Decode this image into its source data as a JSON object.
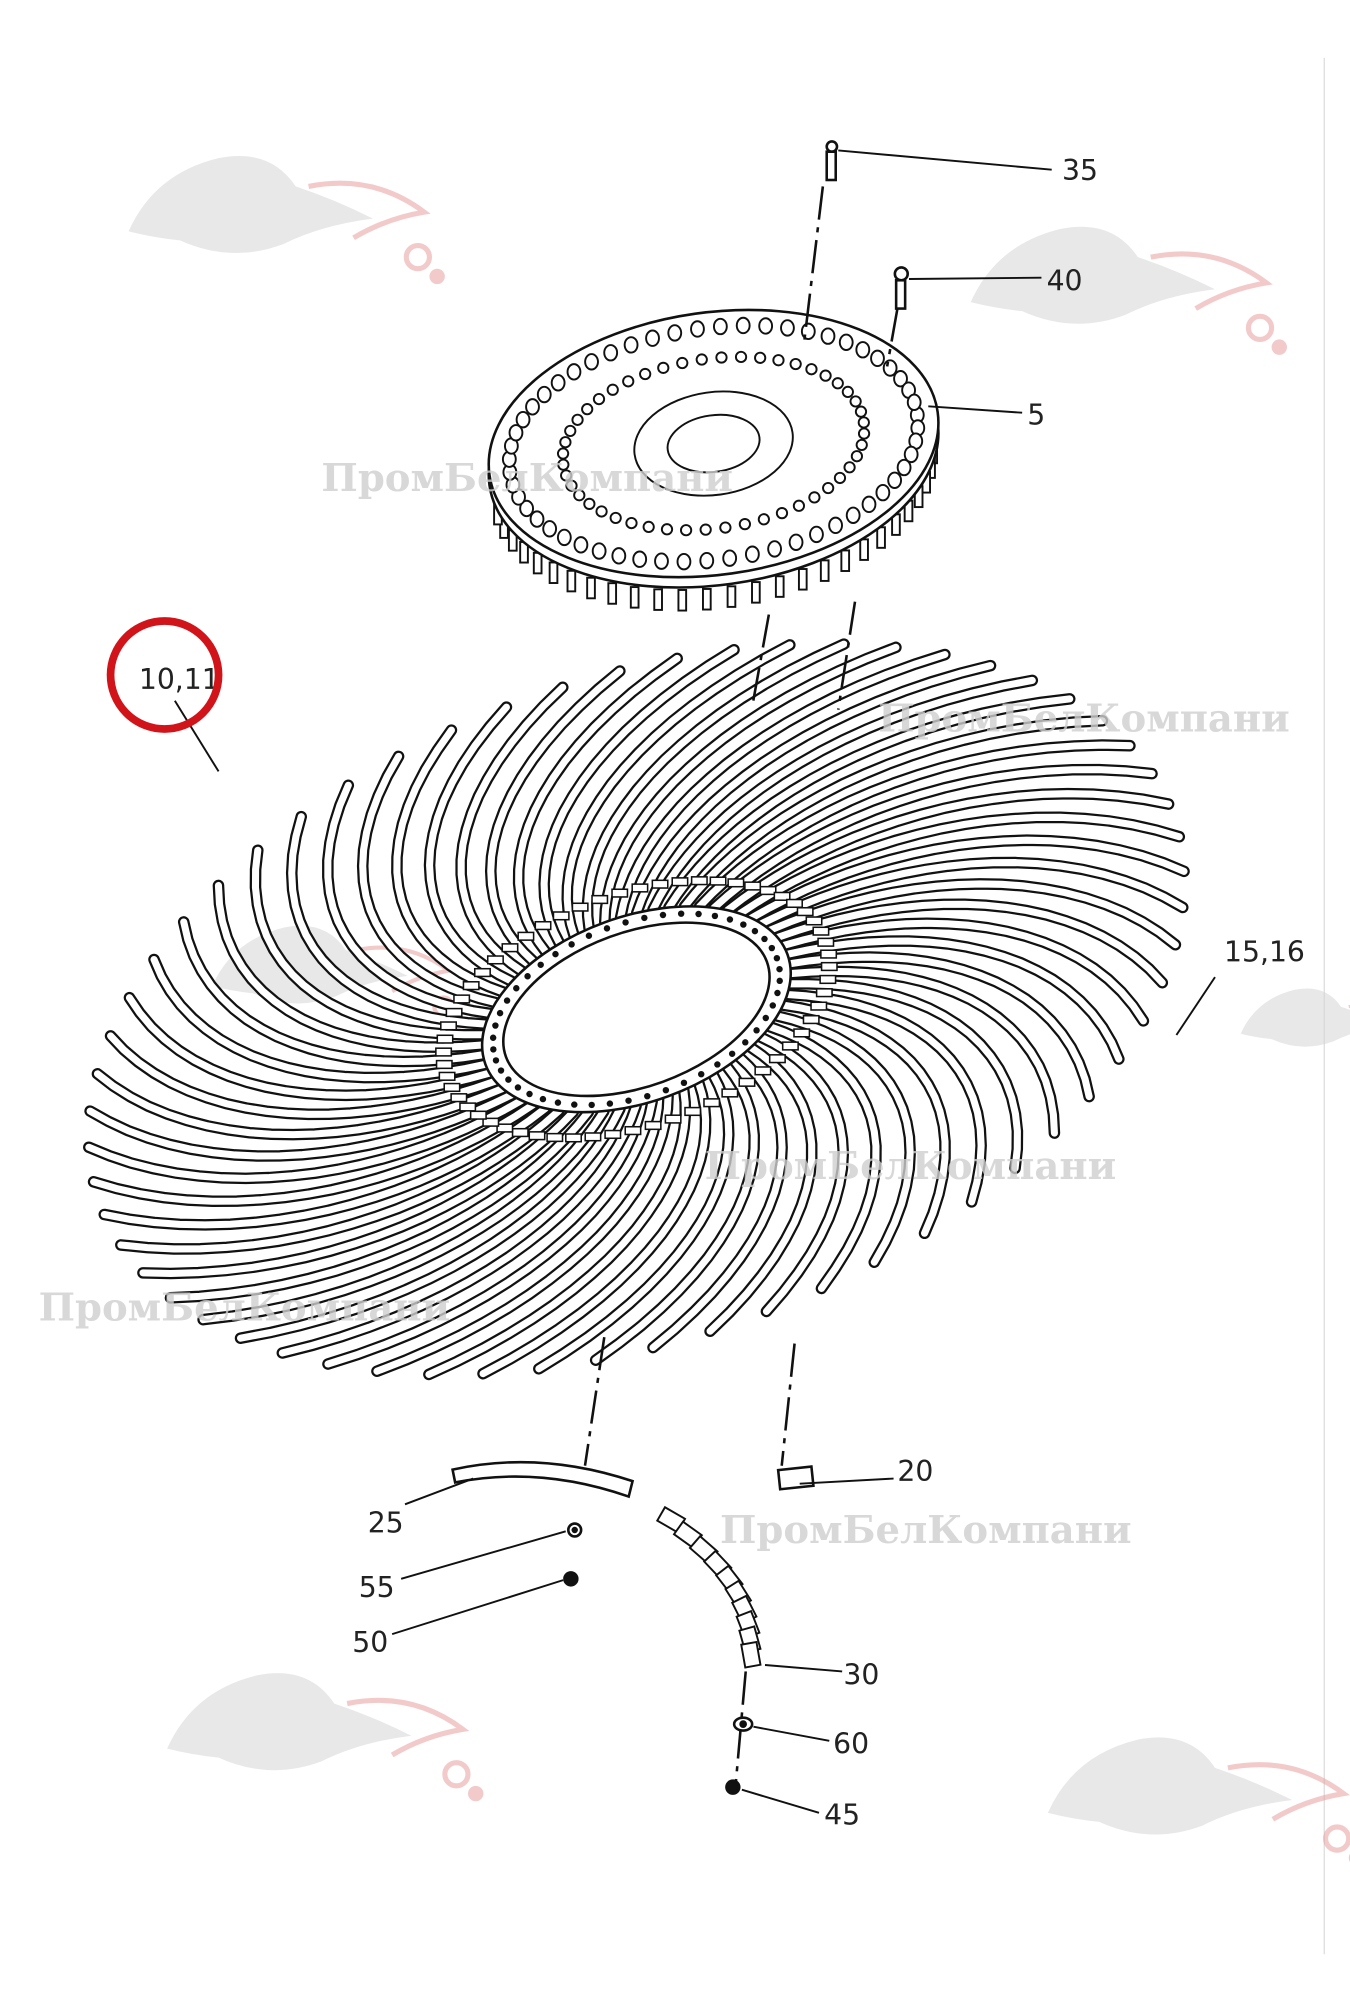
{
  "watermark_text": "ПромБелКомпани",
  "colors": {
    "line": "#111111",
    "highlight": "#d0141a",
    "watermark": "#cfcfcf",
    "logo_accent": "#e8a0a0"
  },
  "callouts": {
    "p35": "35",
    "p40": "40",
    "p5": "5",
    "p10_11": "10,11",
    "p15_16": "15,16",
    "p20": "20",
    "p25": "25",
    "p55": "55",
    "p50": "50",
    "p30": "30",
    "p60": "60",
    "p45": "45"
  },
  "highlighted_callout": "10,11"
}
